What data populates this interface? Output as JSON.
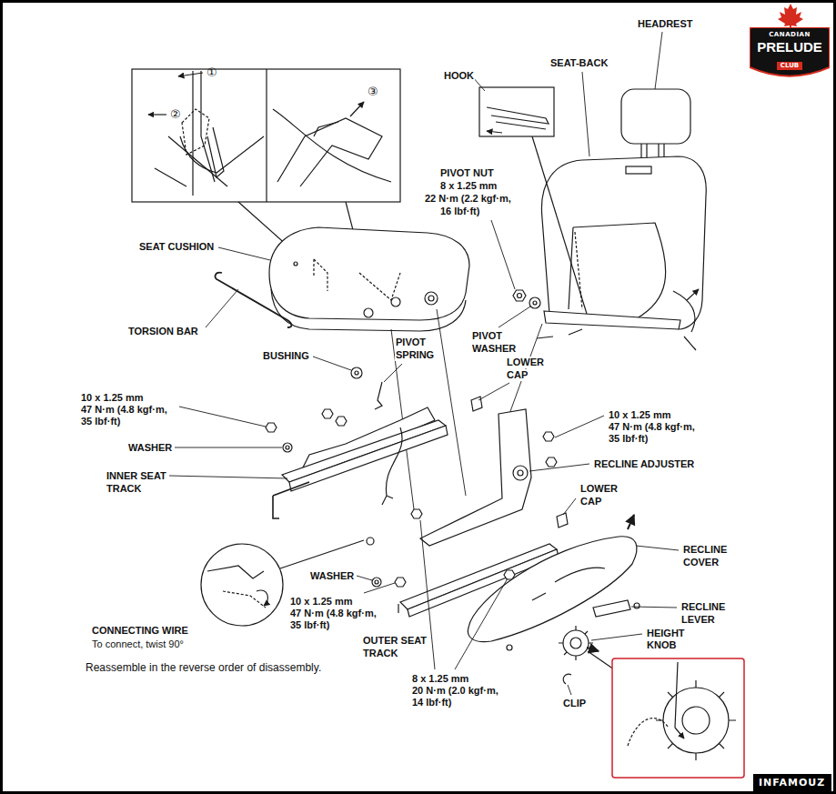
{
  "diagram": {
    "nodes": [
      {
        "text": [
          "CANADIAN",
          "PRELUDE",
          "CLUB"
        ]
      },
      {
        "text": [
          "INFAMOUZ"
        ]
      }
    ],
    "labels": [
      "①",
      "②",
      "③",
      "HEADREST",
      "SEAT-BACK",
      "HOOK",
      "PIVOT NUT",
      "8 x 1.25 mm",
      "22 N·m (2.2 kgf·m,",
      "16 lbf·ft)",
      "SEAT CUSHION",
      "TORSION BAR",
      "BUSHING",
      "PIVOT",
      "SPRING",
      "PIVOT",
      "WASHER",
      "LOWER",
      "CAP",
      "10 x 1.25 mm",
      "47 N·m (4.8 kgf·m,",
      "35 lbf·ft)",
      "WASHER",
      "INNER SEAT",
      "TRACK",
      "10 x 1.25 mm",
      "47 N·m (4.8 kgf·m,",
      "35 lbf·ft)",
      "RECLINE ADJUSTER",
      "LOWER",
      "CAP",
      "RECLINE",
      "COVER",
      "WASHER",
      "10 x 1.25 mm",
      "47 N·m (4.8 kgf·m,",
      "35 lbf·ft)",
      "RECLINE",
      "LEVER",
      "HEIGHT",
      "KNOB",
      "CONNECTING WIRE",
      "To connect, twist 90°",
      "OUTER SEAT",
      "TRACK",
      "Reassemble in the reverse order of disassembly.",
      "8 x 1.25 mm",
      "20 N·m (2.0 kgf·m,",
      "14 lbf·ft)",
      "CLIP"
    ]
  }
}
